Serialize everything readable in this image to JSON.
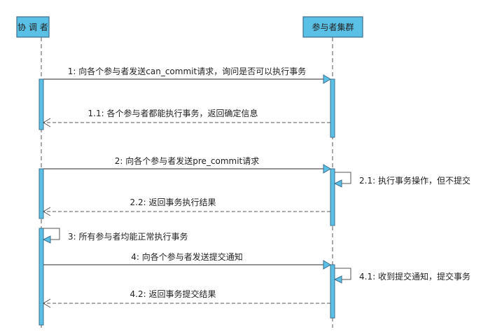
{
  "participants": [
    {
      "id": "coordinator",
      "label": "协 调 者"
    },
    {
      "id": "cluster",
      "label": "参与者集群"
    }
  ],
  "messages": [
    {
      "label": "1: 向各个参与者发送can_commit请求，询问是否可以执行事务",
      "from": "coordinator",
      "to": "cluster",
      "kind": "sync"
    },
    {
      "label": "1.1: 各个参与者都能执行事务，返回确定信息",
      "from": "cluster",
      "to": "coordinator",
      "kind": "return"
    },
    {
      "label": "2: 向各个参与者发送pre_commit请求",
      "from": "coordinator",
      "to": "cluster",
      "kind": "sync"
    },
    {
      "label": "2.1: 执行事务操作，但不提交",
      "from": "cluster",
      "to": "cluster",
      "kind": "self"
    },
    {
      "label": "2.2: 返回事务执行结果",
      "from": "cluster",
      "to": "coordinator",
      "kind": "return"
    },
    {
      "label": "3: 所有参与者均能正常执行事务",
      "from": "coordinator",
      "to": "coordinator",
      "kind": "self"
    },
    {
      "label": "4: 向各个参与者发送提交通知",
      "from": "coordinator",
      "to": "cluster",
      "kind": "sync"
    },
    {
      "label": "4.1: 收到提交通知，提交事务",
      "from": "cluster",
      "to": "cluster",
      "kind": "self"
    },
    {
      "label": "4.2: 返回事务提交结果",
      "from": "cluster",
      "to": "coordinator",
      "kind": "return"
    }
  ],
  "colors": {
    "box": "#5bc0e6",
    "border": "#3b6f8c",
    "line": "#555555"
  }
}
